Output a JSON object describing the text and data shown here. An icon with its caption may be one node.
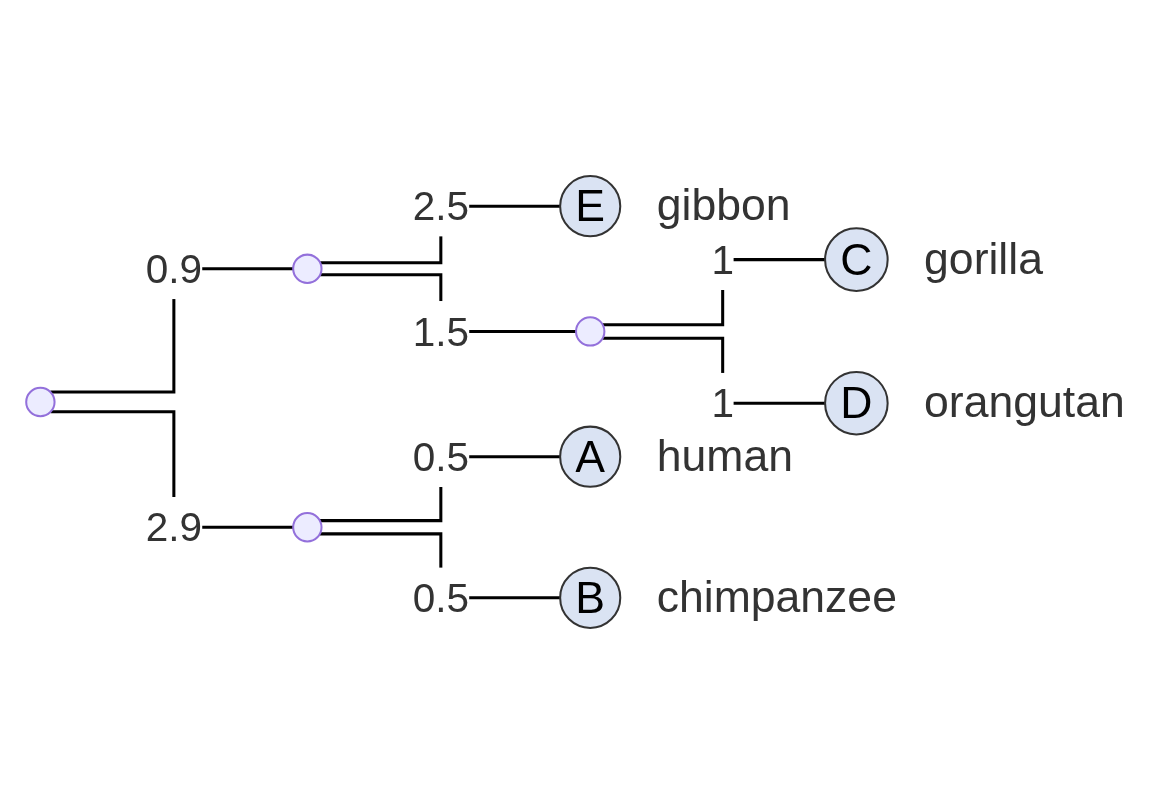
{
  "diagram": {
    "nodes": [
      {
        "text": [],
        "shape": "circle"
      },
      {
        "text": [],
        "shape": "circle"
      },
      {
        "text": [
          "E"
        ],
        "beside": [
          "gibbon"
        ]
      },
      {
        "text": [],
        "shape": "circle"
      },
      {
        "text": [
          "C"
        ],
        "beside": [
          "gorilla"
        ]
      },
      {
        "text": [
          "D"
        ],
        "beside": [
          "orangutan"
        ]
      },
      {
        "text": [],
        "shape": "circle"
      },
      {
        "text": [
          "A"
        ],
        "beside": [
          "human"
        ]
      },
      {
        "text": [
          "B"
        ],
        "beside": [
          "chimpanzee"
        ]
      }
    ],
    "edges": [
      {
        "from": 0,
        "to": 1,
        "arrow": "none",
        "label": "0.9"
      },
      {
        "from": 1,
        "to": 2,
        "arrow": "none",
        "label": "2.5"
      },
      {
        "from": 1,
        "to": 3,
        "arrow": "none",
        "label": "1.5"
      },
      {
        "from": 3,
        "to": 4,
        "arrow": "none",
        "label": "1"
      },
      {
        "from": 3,
        "to": 5,
        "arrow": "none",
        "label": "1"
      },
      {
        "from": 0,
        "to": 6,
        "arrow": "none",
        "label": "2.9"
      },
      {
        "from": 6,
        "to": 7,
        "arrow": "none",
        "label": "0.5"
      },
      {
        "from": 6,
        "to": 8,
        "arrow": "none",
        "label": "0.5"
      }
    ]
  }
}
